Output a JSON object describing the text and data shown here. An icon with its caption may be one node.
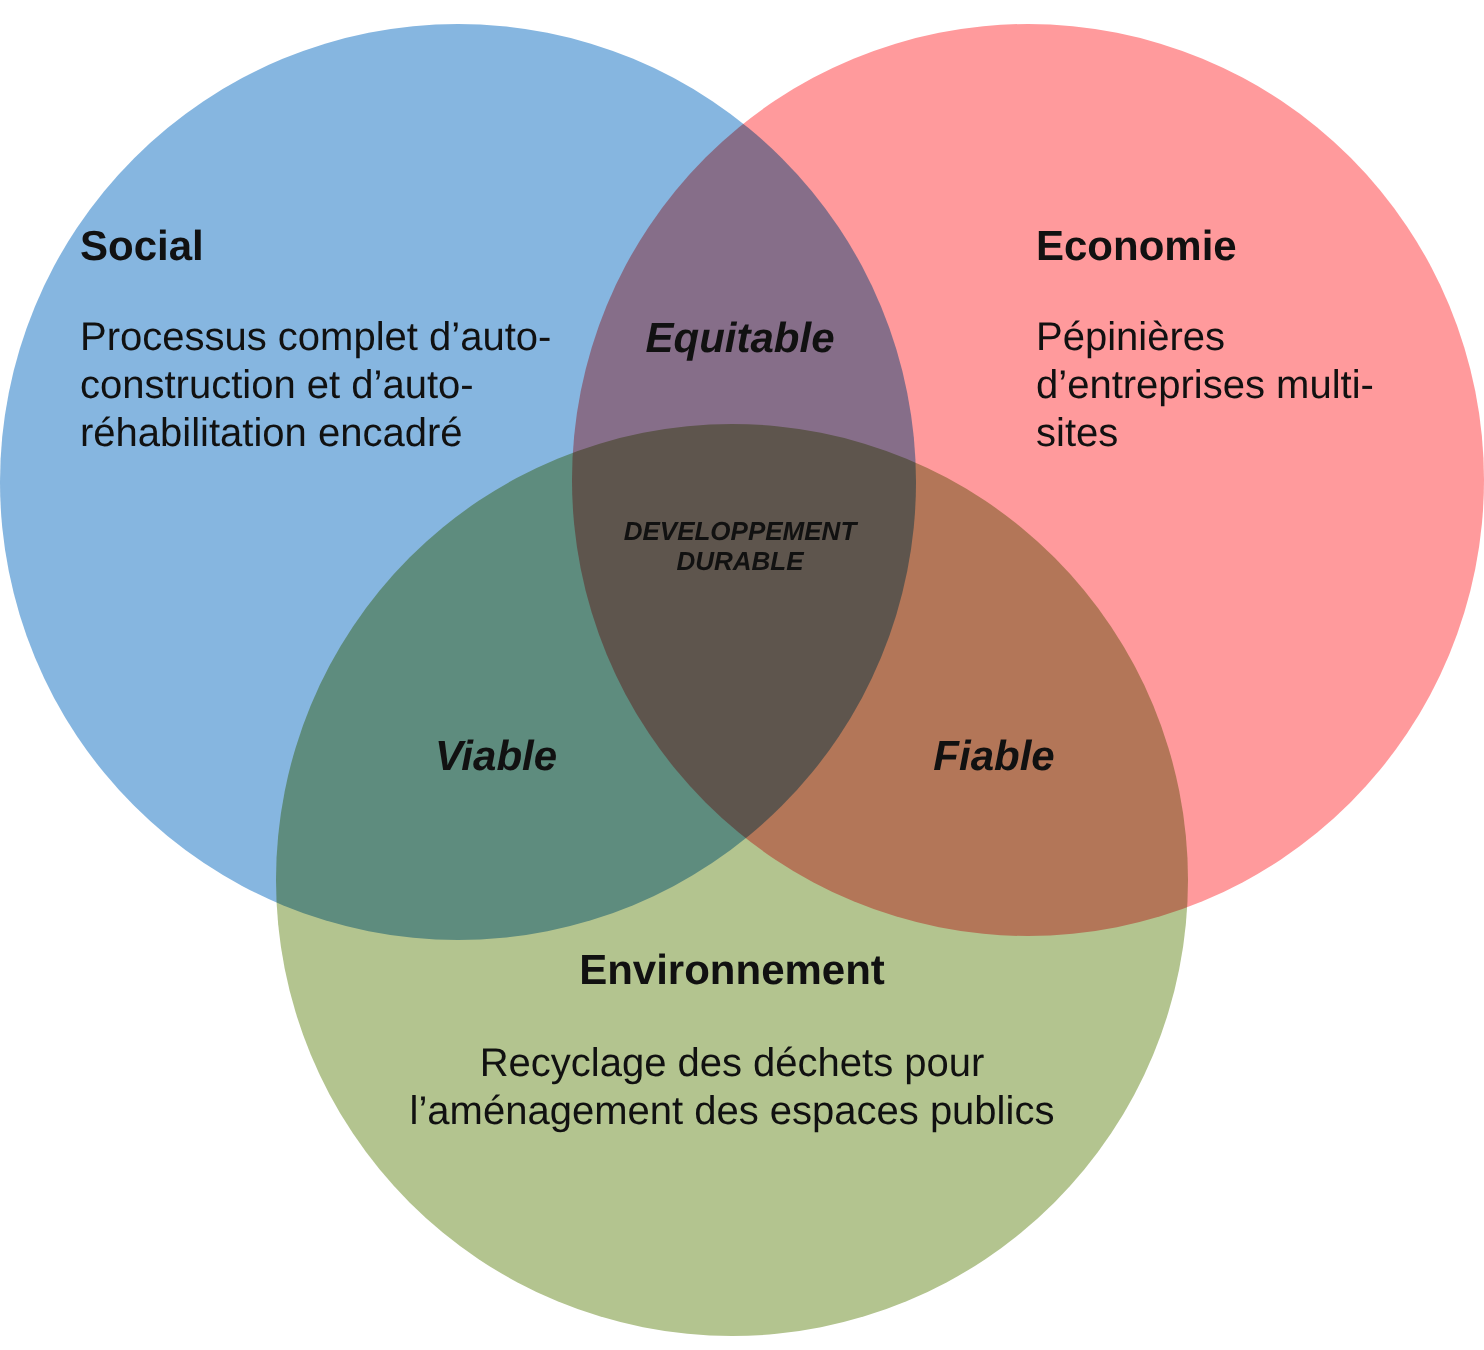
{
  "diagram": {
    "nodes": [
      {
        "text": [
          "Social",
          "Processus complet d’auto-construction et d’auto-réhabilitation encadré"
        ]
      },
      {
        "text": [
          "Economie",
          "Pépinières d’entreprises multi-sites"
        ]
      },
      {
        "text": [
          "Environnement",
          "Recyclage des déchets pour l’aménagement des espaces publics"
        ]
      }
    ],
    "labels": [
      "Equitable",
      "DEVELOPPEMENT DURABLE",
      "Viable",
      "Fiable"
    ]
  }
}
